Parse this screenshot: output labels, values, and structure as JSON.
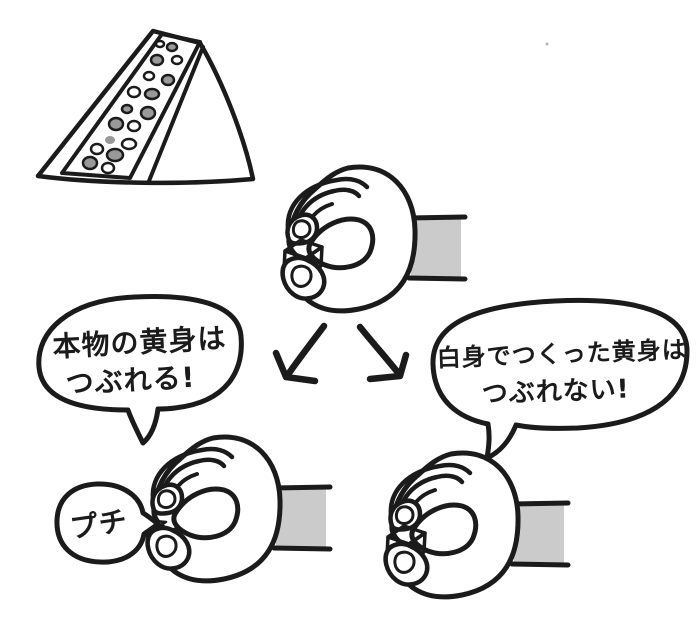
{
  "bubbles": {
    "left": {
      "line1": "本物の黄身は",
      "line2": "つぶれる!"
    },
    "right": {
      "line1": "白身でつくった黄身は",
      "line2": "つぶれない!"
    },
    "sfx": {
      "text": "プチ"
    }
  },
  "shapes": {
    "sandwich": "egg-sandwich-triangle",
    "hand_top": "hand-pinching-yolk-cube",
    "hand_bottom_left": "hand-crushing-real-yolk",
    "hand_bottom_right": "hand-pinching-egg-white-yolk-intact",
    "arrow_left": "arrow-down-left",
    "arrow_right": "arrow-down-right"
  },
  "colors": {
    "ink": "#1b1b1b",
    "paper": "#ffffff",
    "arm_gray": "#cbcbcb",
    "filling_gray": "#cfcfcf",
    "egg_blob_gray": "#999999",
    "cube_top": "#a3a3a3",
    "cube_front": "#8d8d8d",
    "cube_side": "#6e6e6e",
    "nail_gray": "#e2e2e2",
    "crushed_yolk": "#8a8a8a"
  }
}
